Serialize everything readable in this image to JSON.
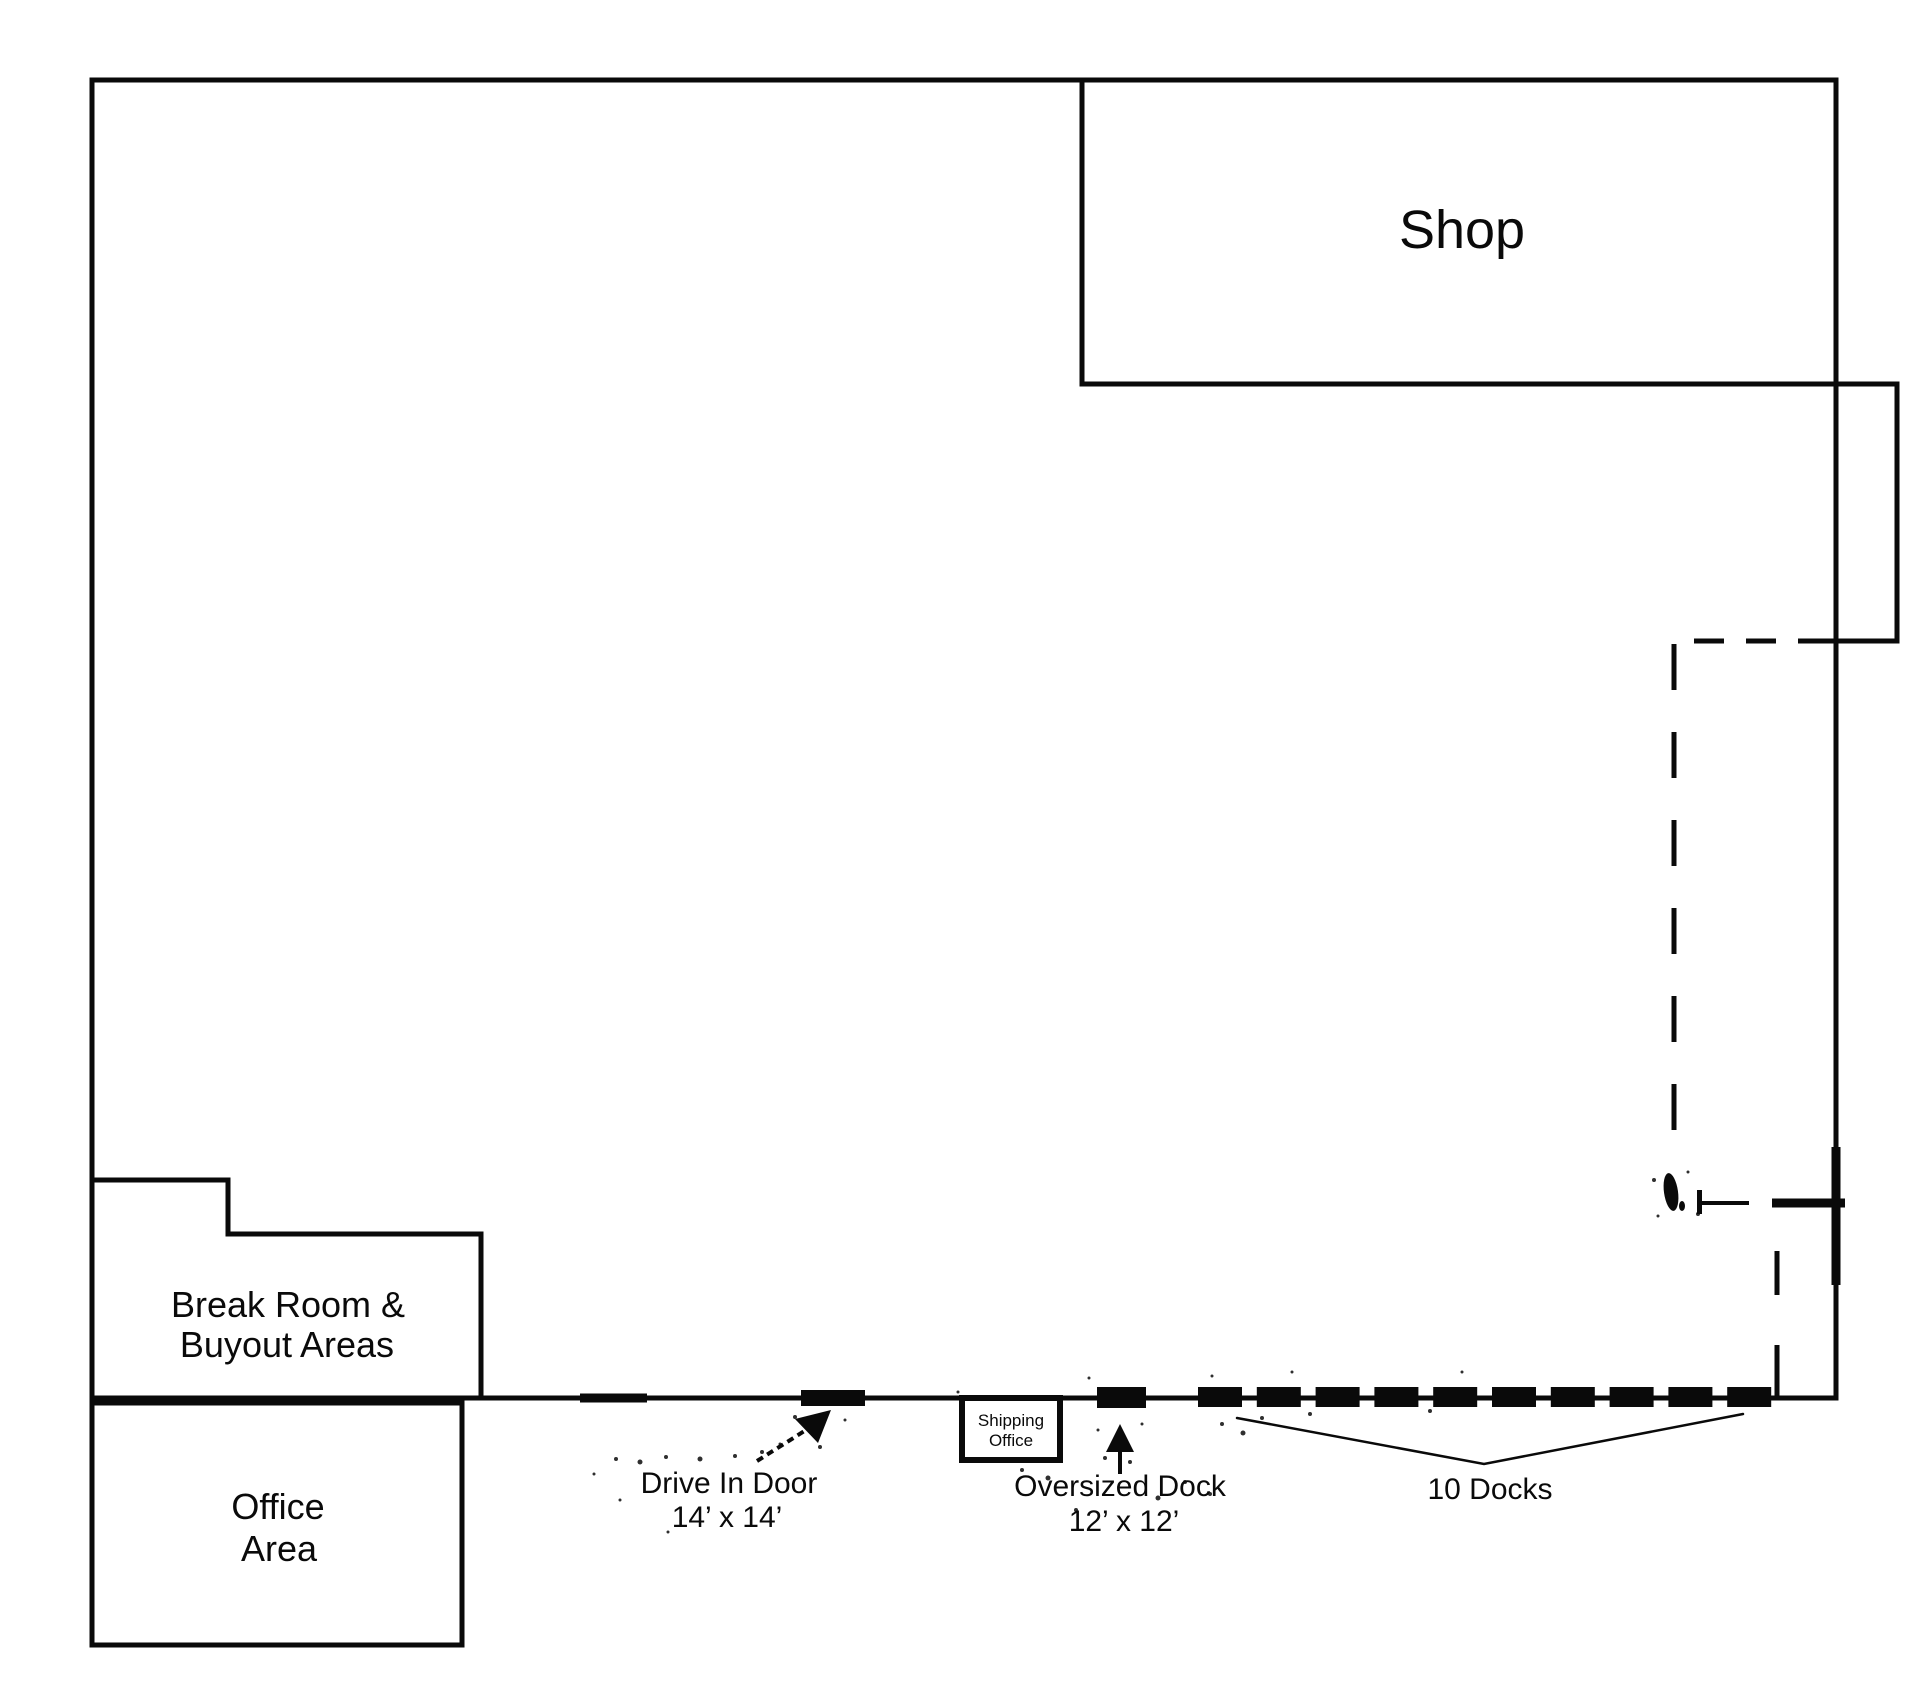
{
  "colors": {
    "ink": "#0a0a0a",
    "background": "#ffffff"
  },
  "rooms": {
    "shop": {
      "label": "Shop"
    },
    "break_room": {
      "line1": "Break Room &",
      "line2": "Buyout Areas"
    },
    "office_area": {
      "line1": "Office",
      "line2": "Area"
    },
    "shipping_office": {
      "line1": "Shipping",
      "line2": "Office"
    }
  },
  "features": {
    "drive_in_door": {
      "label": "Drive In Door",
      "size": "14’ x 14’"
    },
    "oversized_dock": {
      "label": "Oversized Dock",
      "size": "12’ x 12’"
    },
    "docks": {
      "label": "10 Docks",
      "count": 10
    }
  }
}
